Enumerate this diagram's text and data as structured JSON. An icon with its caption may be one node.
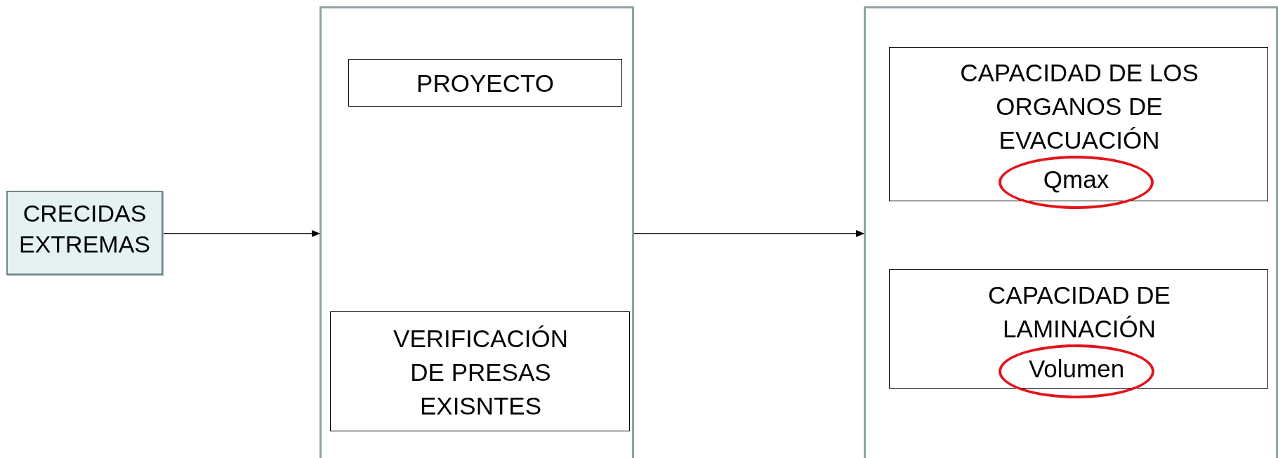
{
  "diagram": {
    "nodes": [
      {
        "text": [
          "CRECIDAS EXTREMAS"
        ]
      },
      {
        "text": [],
        "shape": "box"
      },
      {
        "text": [
          "PROYECTO"
        ],
        "in": 1
      },
      {
        "text": [
          "VERIFICACIÓN DE PRESAS EXISNTES"
        ],
        "in": 1
      },
      {
        "text": [],
        "shape": "box"
      },
      {
        "text": [
          "CAPACIDAD DE LOS ORGANOS DE EVACUACIÓN"
        ],
        "in": 4
      },
      {
        "text": [
          "Qmax"
        ],
        "in": 5
      },
      {
        "text": [
          "CAPACIDAD DE LAMINACIÓN"
        ],
        "in": 4
      },
      {
        "text": [
          "Volumen"
        ],
        "in": 7
      }
    ],
    "edges": [
      {
        "from": 0,
        "to": 1,
        "arrow": "to"
      },
      {
        "from": 1,
        "to": 4,
        "arrow": "to"
      }
    ]
  }
}
